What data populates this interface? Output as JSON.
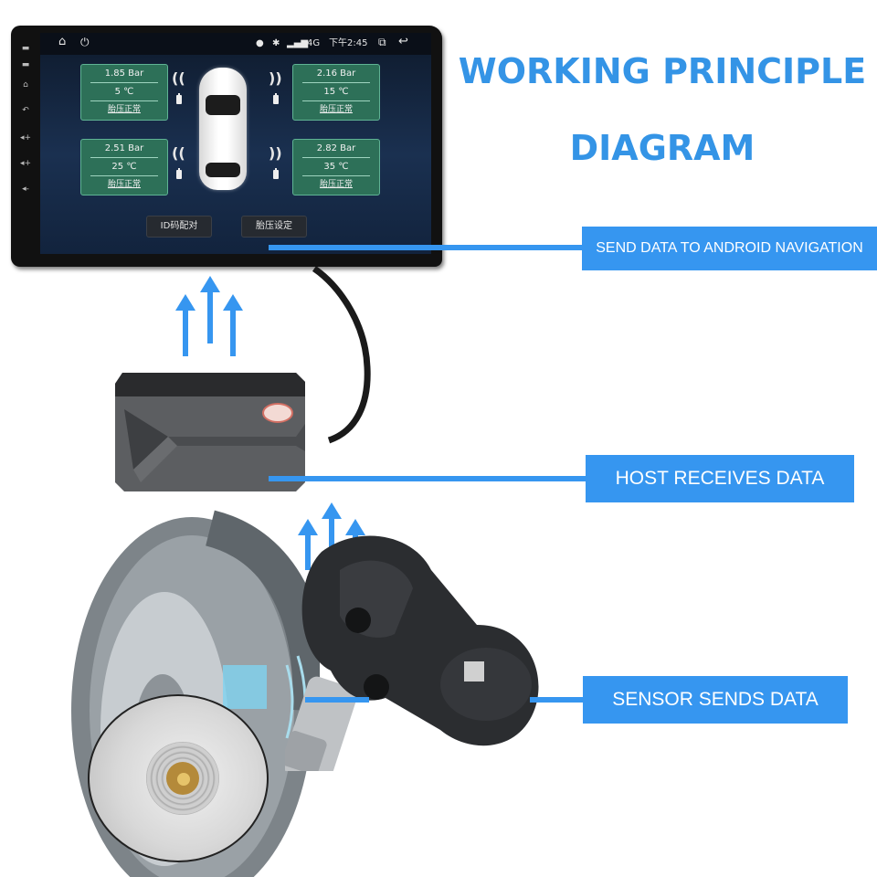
{
  "title": {
    "line1": "WORKING PRINCIPLE",
    "line2": "DIAGRAM"
  },
  "head_unit": {
    "status_bar": {
      "icons": [
        "home-icon",
        "tpms-icon",
        "location-icon",
        "bluetooth-icon",
        "signal-icon",
        "recent-apps-icon",
        "back-icon"
      ],
      "network": "4G",
      "time": "下午2:45"
    },
    "side_buttons": [
      "MIC",
      "RST",
      "home",
      "back",
      "vol+",
      "vol-",
      "vol"
    ],
    "tires": [
      {
        "position": "front-left",
        "pressure": "1.85 Bar",
        "temperature": "5 ℃",
        "status": "胎压正常"
      },
      {
        "position": "front-right",
        "pressure": "2.16 Bar",
        "temperature": "15 ℃",
        "status": "胎压正常"
      },
      {
        "position": "rear-left",
        "pressure": "2.51 Bar",
        "temperature": "25 ℃",
        "status": "胎压正常"
      },
      {
        "position": "rear-right",
        "pressure": "2.82 Bar",
        "temperature": "35 ℃",
        "status": "胎压正常"
      }
    ],
    "buttons": {
      "id_pairing": "ID码配对",
      "pressure_settings": "胎压设定"
    }
  },
  "labels": {
    "send": "SEND DATA TO ANDROID NAVIGATION",
    "host": "HOST RECEIVES DATA",
    "sensor": "SENSOR SENDS DATA"
  },
  "colors": {
    "accent": "#3696f0",
    "title": "#3494e6",
    "card_bg": "#2d7058",
    "screen_bg": "#1a3050"
  }
}
